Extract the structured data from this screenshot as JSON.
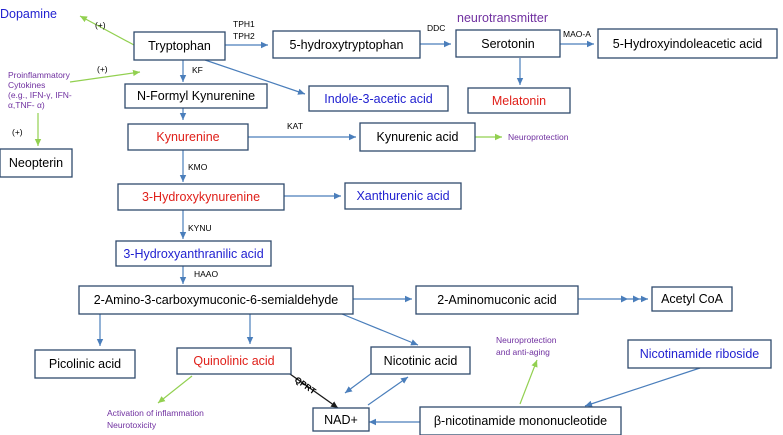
{
  "colors": {
    "black": "#000000",
    "blue": "#1f1fd0",
    "red": "#e0201a",
    "purple": "#7030a0",
    "arrow_blue": "#4a7ebb",
    "arrow_green": "#92d050"
  },
  "nodes": {
    "dopamine": "Dopamine",
    "tryptophan": "Tryptophan",
    "hydroxytryptophan": "5-hydroxytryptophan",
    "serotonin": "Serotonin",
    "hiaa": "5-Hydroxyindoleacetic acid",
    "neurotransmitter": "neurotransmitter",
    "indole": "Indole-3-acetic acid",
    "melatonin": "Melatonin",
    "nfk": "N-Formyl Kynurenine",
    "kynurenine": "Kynurenine",
    "kynurenic": "Kynurenic acid",
    "neopterin": "Neopterin",
    "hk": "3-Hydroxykynurenine",
    "xanthurenic": "Xanthurenic acid",
    "haa": "3-Hydroxyanthranilic acid",
    "acms": "2-Amino-3-carboxymuconic-6-semialdehyde",
    "aminomuconic": "2-Aminomuconic acid",
    "acetylcoa": "Acetyl CoA",
    "picolinic": "Picolinic acid",
    "quinolinic": "Quinolinic acid",
    "nicotinic": "Nicotinic acid",
    "nr": "Nicotinamide riboside",
    "nad": "NAD+",
    "nmn": "β-nicotinamide mononucleotide"
  },
  "enzymes": {
    "tph1": "TPH1",
    "tph2": "TPH2",
    "ddc": "DDC",
    "maoa": "MAO-A",
    "kf": "KF",
    "kat": "KAT",
    "kmo": "KMO",
    "kynu": "KYNU",
    "haao": "HAAO",
    "qprt": "QPRT"
  },
  "notes": {
    "plus_dopamine": "(+)",
    "plus_cytokines": "(+)",
    "plus_neopterin": "(+)",
    "cytokines": [
      "Proinflammatory",
      "Cytokines",
      "(e.g., IFN-γ, IFN-",
      "α,TNF- α)"
    ],
    "neuroprotection": "Neuroprotection",
    "neuroprotection_antiaging": [
      "Neuroprotection",
      "and anti-aging"
    ],
    "inflammation": [
      "Activation of inflammation",
      "Neurotoxicity"
    ]
  }
}
